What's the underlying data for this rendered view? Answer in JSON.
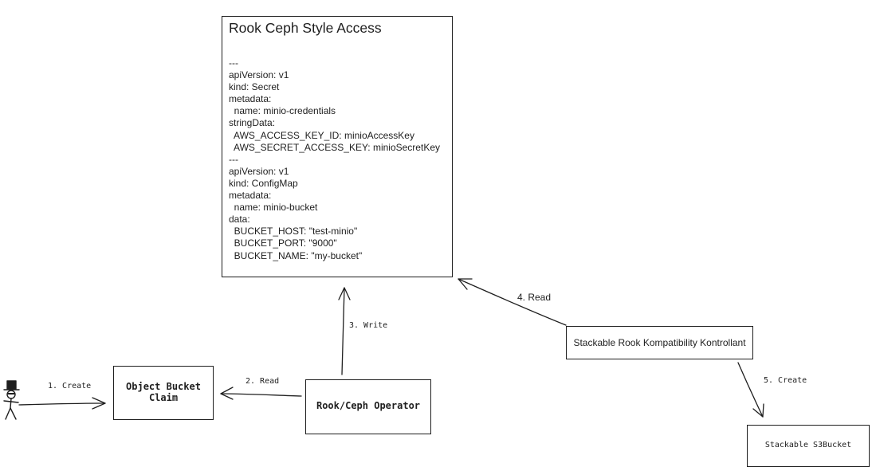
{
  "document": {
    "title": "Rook Ceph Style Access",
    "lines": [
      "---",
      "apiVersion: v1",
      "kind: Secret",
      "metadata:",
      "  name: minio-credentials",
      "stringData:",
      "  AWS_ACCESS_KEY_ID: minioAccessKey",
      "  AWS_SECRET_ACCESS_KEY: minioSecretKey",
      "---",
      "apiVersion: v1",
      "kind: ConfigMap",
      "metadata:",
      "  name: minio-bucket",
      "data:",
      "  BUCKET_HOST: \"test-minio\"",
      "  BUCKET_PORT: \"9000\"",
      "  BUCKET_NAME: \"my-bucket\""
    ]
  },
  "nodes": {
    "object_bucket_claim": "Object Bucket\nClaim",
    "rook_ceph_operator": "Rook/Ceph Operator",
    "stackable_rook_controller": "Stackable Rook Kompatibility Kontrollant",
    "stackable_s3bucket": "Stackable S3Bucket"
  },
  "edges": {
    "create_1": "1. Create",
    "read_2": "2. Read",
    "write_3": "3. Write",
    "read_4": "4. Read",
    "create_5": "5. Create"
  }
}
